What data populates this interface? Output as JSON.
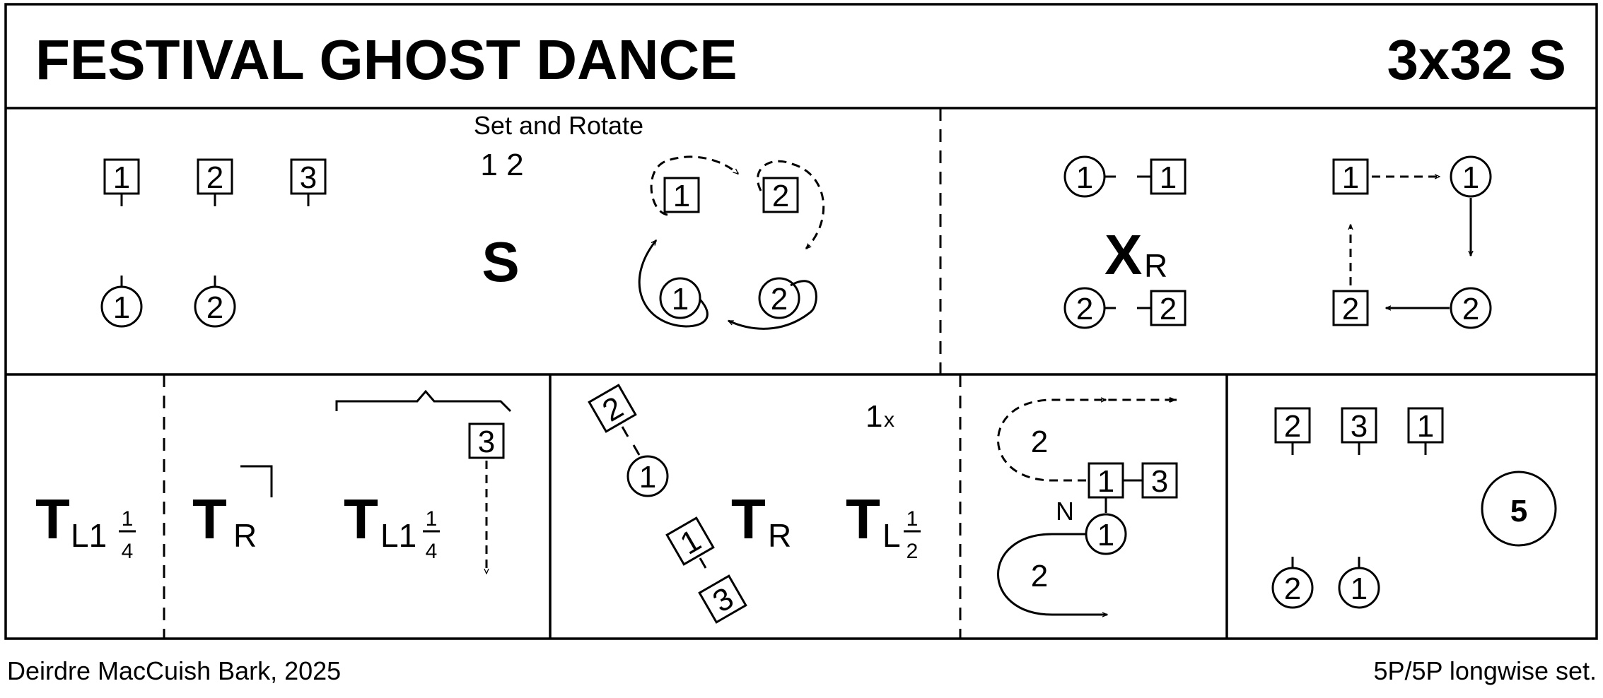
{
  "title": "FESTIVAL GHOST DANCE",
  "format": "3x32 S",
  "panel1": {
    "caption": "Set and Rotate",
    "bars": "1 2",
    "formation_letter": "S",
    "men": [
      "1",
      "2",
      "3"
    ],
    "women": [
      "1",
      "2"
    ],
    "rotate_men": [
      "1",
      "2"
    ],
    "rotate_women": [
      "1",
      "2"
    ]
  },
  "panel2": {
    "cross_letter": "X",
    "cross_sub": "R",
    "women": [
      "1",
      "2"
    ],
    "men": [
      "1",
      "2"
    ],
    "rot_men": [
      "1",
      "2"
    ],
    "rot_women": [
      "1",
      "2"
    ]
  },
  "panel3": {
    "letter": "T",
    "sub": "L1",
    "frac_num": "1",
    "frac_den": "4"
  },
  "panel4": {
    "letter1": "T",
    "sub1": "R",
    "letter2": "T",
    "sub2": "L1",
    "frac_num": "1",
    "frac_den": "4",
    "man": "3"
  },
  "panel5": {
    "men": [
      "2",
      "1",
      "3"
    ],
    "woman": "1",
    "letter1": "T",
    "sub1": "R",
    "letter2": "T",
    "sub2": "L",
    "frac_num": "1",
    "frac_den": "2",
    "mark": "1",
    "mark_sub": "x"
  },
  "panel6": {
    "label_top": "2",
    "label_bottom": "2",
    "n_label": "N",
    "men": [
      "1",
      "3"
    ],
    "woman": "1"
  },
  "panel7": {
    "men": [
      "2",
      "3",
      "1"
    ],
    "women": [
      "2",
      "1"
    ],
    "round": "5"
  },
  "footer": {
    "author": "Deirdre MacCuish Bark, 2025",
    "set": "5P/5P longwise set."
  }
}
